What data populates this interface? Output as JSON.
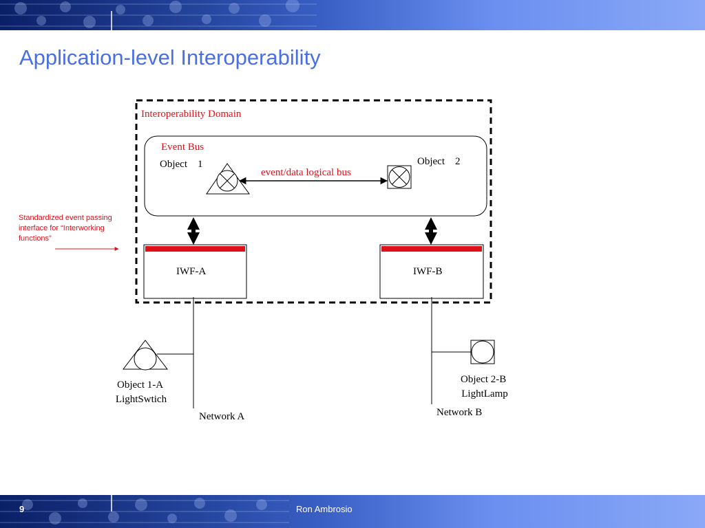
{
  "slide": {
    "title": "Application-level Interoperability",
    "page_number": "9",
    "author": "Ron Ambrosio"
  },
  "diagram": {
    "domain_label": "Interoperability Domain",
    "event_bus_label": "Event Bus",
    "object_1_label": "Object    1",
    "object_2_label": "Object    2",
    "bus_label": "event/data logical bus",
    "iwf_a_label": "IWF-A",
    "iwf_b_label": "IWF-B",
    "annotation_lines": [
      "Standardized event passing",
      "interface for “Interworking",
      "functions”"
    ],
    "object_1a_lines": [
      "Object 1-A",
      "LightSwtich"
    ],
    "object_2b_lines": [
      "Object 2-B",
      "LightLamp"
    ],
    "network_a_label": "Network A",
    "network_b_label": "Network B"
  },
  "colors": {
    "title": "#4a6fe0",
    "annotation": "#e0101a",
    "interface_bar": "#e0101a",
    "banner_blue": "#3a60c6"
  }
}
